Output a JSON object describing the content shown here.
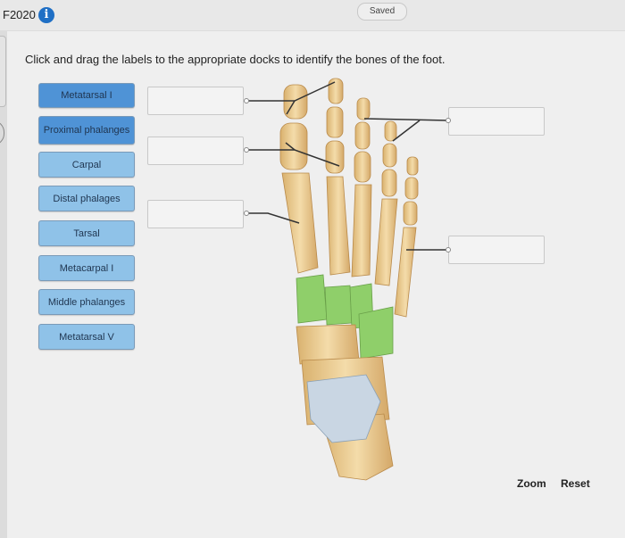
{
  "header": {
    "course": "F2020",
    "info_icon": "info-icon",
    "saved_status": "Saved"
  },
  "instructions": "Click and drag the labels to the appropriate docks to identify the bones of the foot.",
  "labels": [
    "Metatarsal I",
    "Proximal phalanges",
    "Carpal",
    "Distal phalages",
    "Tarsal",
    "Metacarpal I",
    "Middle phalanges",
    "Metatarsal V"
  ],
  "docks": [
    "",
    "",
    "",
    "",
    ""
  ],
  "footer": {
    "zoom": "Zoom",
    "reset": "Reset"
  },
  "colors": {
    "label_dark": "#4f93d6",
    "label_light": "#8fc2e8",
    "tarsal_green": "#8fcf6a",
    "bone": "#e9c98a",
    "talus": "#c9d6e3"
  }
}
